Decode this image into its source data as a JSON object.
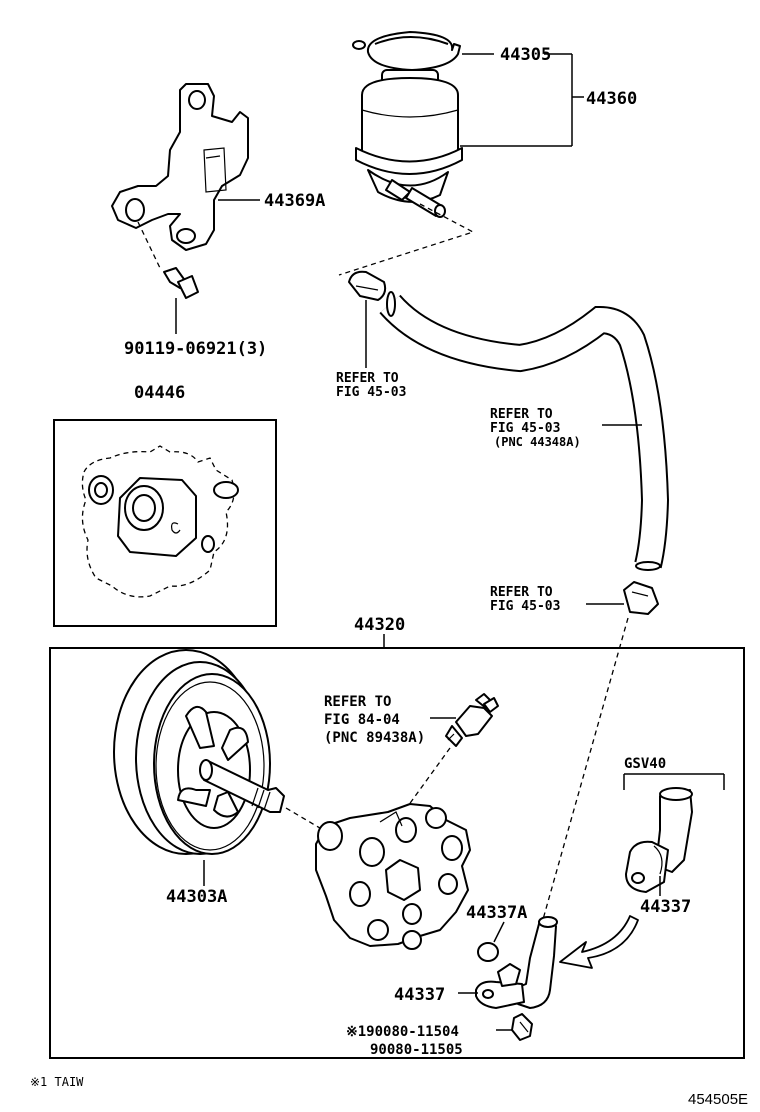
{
  "labels": {
    "cap": "44305",
    "reservoir": "44360",
    "bracket": "44369A",
    "bolt": "90119-06921(3)",
    "gasket_kit": "04446",
    "refer_clamp_top_1": "REFER TO",
    "refer_clamp_top_2": "FIG 45-03",
    "refer_hose_1": "REFER TO",
    "refer_hose_2": "FIG 45-03",
    "refer_hose_3": "(PNC 44348A)",
    "refer_clamp_bottom_1": "REFER TO",
    "refer_clamp_bottom_2": "FIG 45-03",
    "pump_assy": "44320",
    "refer_sensor_1": "REFER TO",
    "refer_sensor_2": "FIG 84-04",
    "refer_sensor_3": "(PNC 89438A)",
    "gsv40": "GSV40",
    "pulley": "44303A",
    "oring": "44337A",
    "union_right": "44337",
    "union_left": "44337",
    "bolt2_a": "※190080-11504",
    "bolt2_b": "90080-11505",
    "footnote": "※1 TAIW",
    "figure_code": "454505E"
  }
}
